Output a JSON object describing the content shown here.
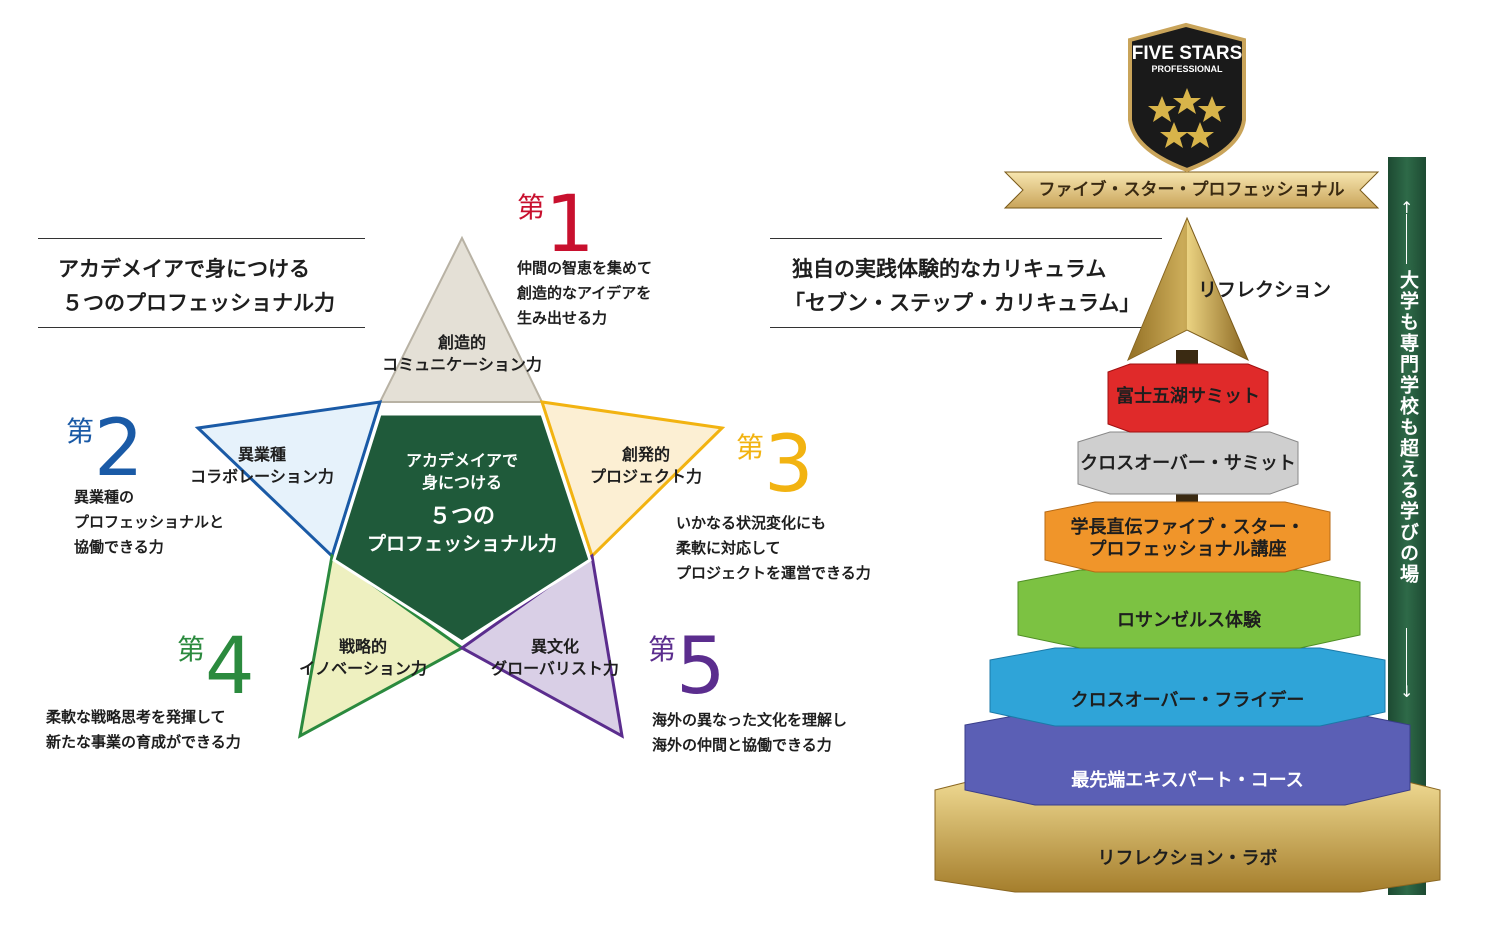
{
  "left_heading": {
    "line1": "アカデメイアで身につける",
    "line2": "５つのプロフェッショナル力"
  },
  "right_heading": {
    "line1": "独自の実践体験的なカリキュラム",
    "line2": "「セブン・ステップ・カリキュラム」"
  },
  "rank_prefix": "第",
  "powers": [
    {
      "number": "1",
      "color": "#c8102e",
      "label_line1": "創造的",
      "label_line2": "コミュニケーション力",
      "desc": [
        "仲間の智恵を集めて",
        "創造的なアイデアを",
        "生み出せる力"
      ]
    },
    {
      "number": "2",
      "color": "#1a5aa6",
      "label_line1": "異業種",
      "label_line2": "コラボレーション力",
      "desc": [
        "異業種の",
        "プロフェッショナルと",
        "協働できる力"
      ]
    },
    {
      "number": "3",
      "color": "#f2b311",
      "label_line1": "創発的",
      "label_line2": "プロジェクト力",
      "desc": [
        "いかなる状況変化にも",
        "柔軟に対応して",
        "プロジェクトを運営できる力"
      ]
    },
    {
      "number": "4",
      "color": "#2b8a3e",
      "label_line1": "戦略的",
      "label_line2": "イノベーション力",
      "desc": [
        "柔軟な戦略思考を発揮して",
        "新たな事業の育成ができる力"
      ]
    },
    {
      "number": "5",
      "color": "#5b2d8e",
      "label_line1": "異文化",
      "label_line2": "グローバリスト力",
      "desc": [
        "海外の異なった文化を理解し",
        "海外の仲間と協働できる力"
      ]
    }
  ],
  "center": {
    "line1": "アカデメイアで",
    "line2": "身につける",
    "line3": "５つの",
    "line4": "プロフェッショナル力"
  },
  "badge": {
    "line1": "FIVE STARS",
    "line2": "PROFESSIONAL"
  },
  "ribbon": "ファイブ・スター・プロフェッショナル",
  "arrow_label": "リフレクション",
  "side_text": "大学も専門学校も超える学びの場",
  "steps": [
    {
      "label": "富士五湖サミット",
      "color": "#e02a2a"
    },
    {
      "label": "クロスオーバー・サミット",
      "color": "#c9c9c9"
    },
    {
      "label": "学長直伝ファイブ・スター・",
      "label2": "プロフェッショナル講座",
      "color": "#f0952a"
    },
    {
      "label": "ロサンゼルス体験",
      "color": "#7cc242"
    },
    {
      "label": "クロスオーバー・フライデー",
      "color": "#2fa4d8"
    },
    {
      "label": "最先端エキスパート・コース",
      "color": "#5b5fb5"
    },
    {
      "label": "リフレクション・ラボ",
      "color": "#d8b44a"
    }
  ]
}
